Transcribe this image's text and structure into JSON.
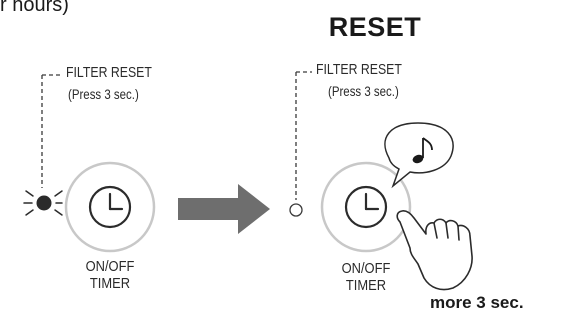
{
  "header": {
    "fragment": "r hours)",
    "reset_title": "RESET"
  },
  "left_panel": {
    "filter_label": "FILTER RESET",
    "press_label": "(Press 3 sec.)",
    "indicator_state": "lit",
    "button_label_line1": "ON/OFF",
    "button_label_line2": "TIMER",
    "button_icon": "clock-icon"
  },
  "arrow": {
    "icon": "right-arrow-icon",
    "color": "#6e6e6e"
  },
  "right_panel": {
    "filter_label": "FILTER RESET",
    "press_label": "(Press 3 sec.)",
    "indicator_state": "off",
    "button_label_line1": "ON/OFF",
    "button_label_line2": "TIMER",
    "button_icon": "clock-icon",
    "sound_icon": "music-note-icon",
    "hand_icon": "pointing-hand-icon",
    "note_caption": "more 3 sec."
  },
  "colors": {
    "line": "#3a3a3a",
    "ring": "#c8c8c8",
    "arrow": "#6e6e6e"
  }
}
